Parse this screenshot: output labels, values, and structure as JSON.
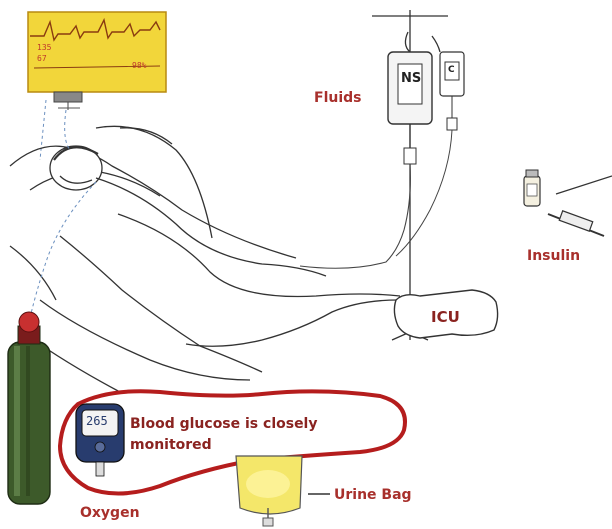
{
  "colors": {
    "label": "#a8302c",
    "monitor_screen": "#f2d63a",
    "outline_highlight": "#b51d1d",
    "glucometer_body": "#283c6e",
    "urine_bag": "#f4e76a",
    "oxygen_cylinder": "#3d5a2a"
  },
  "monitor": {
    "readouts": [
      "135",
      "67",
      "98%"
    ]
  },
  "glucometer": {
    "display": "265"
  },
  "labels": {
    "fluids": "Fluids",
    "insulin": "Insulin",
    "icu": "ICU",
    "glucose_note": "Blood glucose is closely monitored",
    "urine_bag": "Urine Bag",
    "oxygen": "Oxygen"
  },
  "iv_bag": {
    "label_main": "NS",
    "label_small": "C"
  }
}
